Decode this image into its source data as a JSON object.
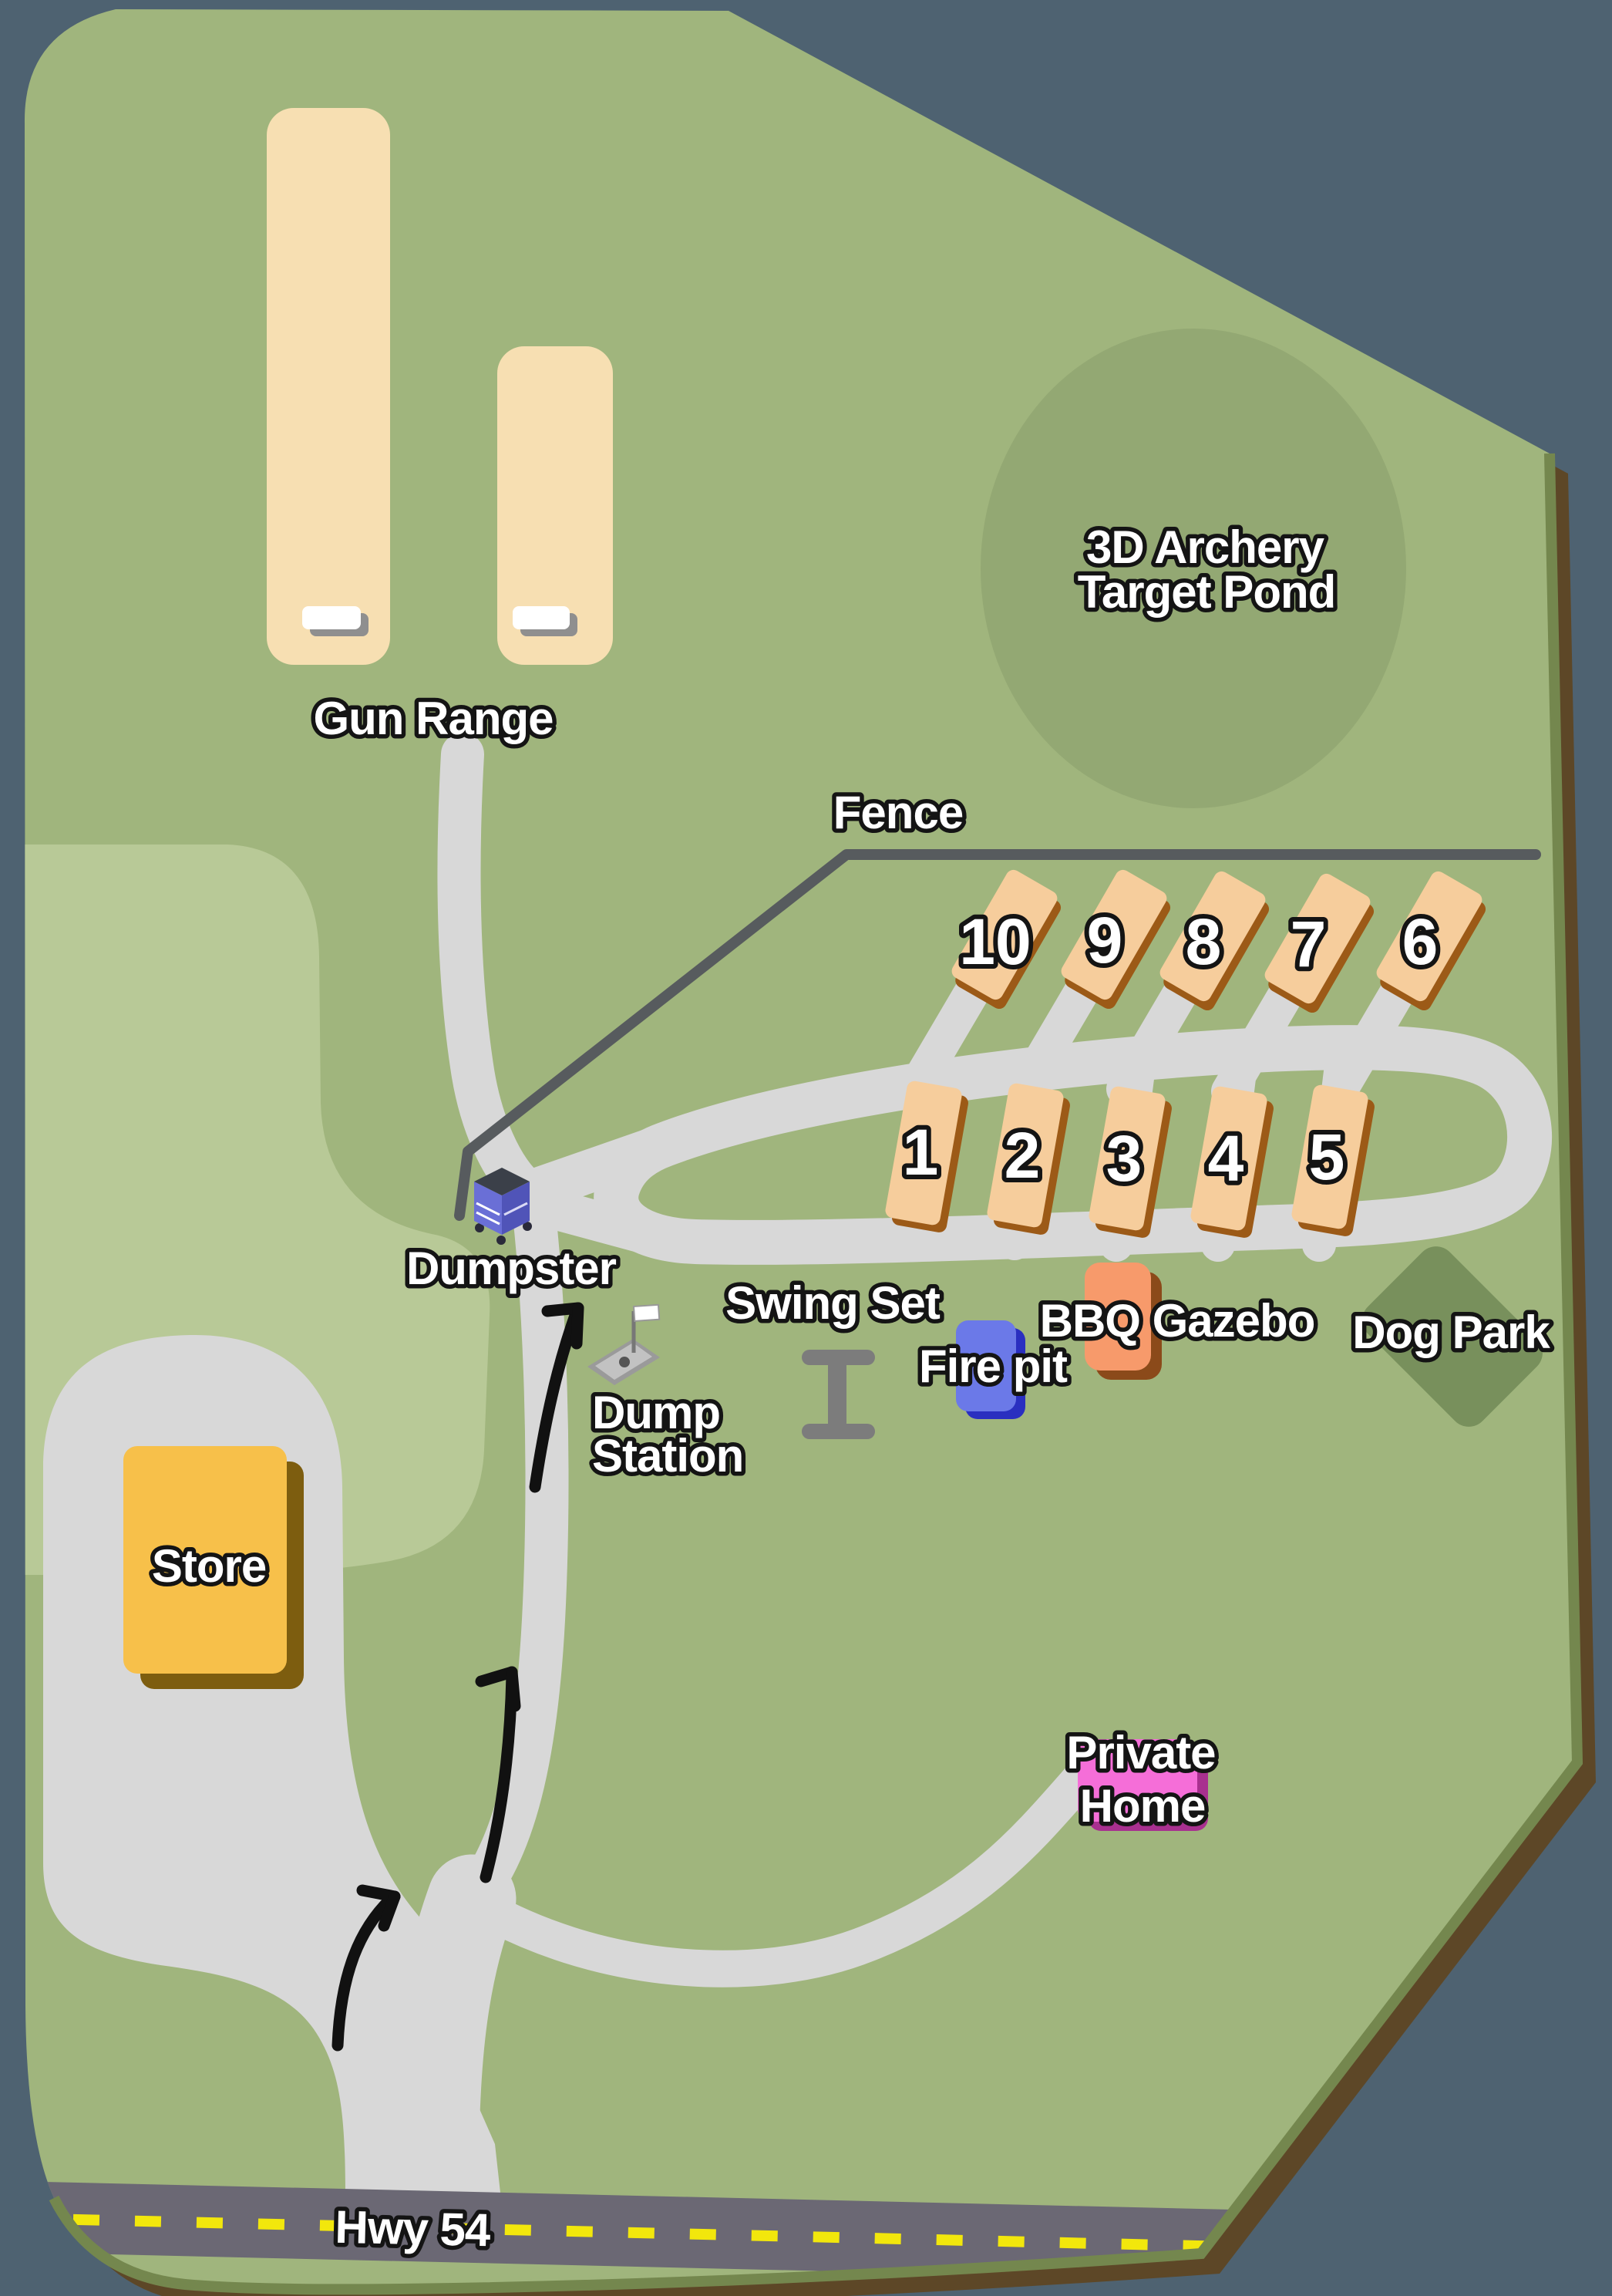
{
  "map": {
    "labels": {
      "gun_range": "Gun Range",
      "archery_line1": "3D Archery",
      "archery_line2": "Target Pond",
      "fence": "Fence",
      "dumpster": "Dumpster",
      "dump_line1": "Dump",
      "dump_line2": "Station",
      "swing_set": "Swing Set",
      "fire_pit": "Fire pit",
      "bbq_gazebo": "BBQ Gazebo",
      "dog_park": "Dog Park",
      "store": "Store",
      "home_line1": "Private",
      "home_line2": "Home",
      "hwy": "Hwy 54"
    },
    "campsites": [
      "1",
      "2",
      "3",
      "4",
      "5",
      "6",
      "7",
      "8",
      "9",
      "10"
    ]
  },
  "colors": {
    "page_bg": "#4E6271",
    "map_shadow": "#5D4727",
    "map_edge": "#74874E",
    "field": "#A0B57D",
    "patch": "#B8C997",
    "pond": "#93A873",
    "road": "#D8D8D8",
    "hwy": "#6B6874",
    "hwy_dash": "#F2E70C",
    "fence": "#575B5E",
    "site": "#F6CD9C",
    "site_shadow": "#9C5A17",
    "building": "#F7DFB2",
    "target_shadow": "#8F8F8F",
    "store": "#F7C04A",
    "store_shadow": "#7D5D0F",
    "fire": "#6B79E8",
    "fire_shadow": "#2A2FC0",
    "gazebo": "#F79A6B",
    "gazebo_shadow": "#8B4A1A",
    "dog_park": "#78905C",
    "home": "#F56ED8",
    "home_shadow": "#A8308F",
    "arrow": "#111111",
    "label_fill": "#FFFFFF",
    "label_stroke": "#141414",
    "dumpster_front": "#6A6FD6",
    "dumpster_side": "#5054B8",
    "dumpster_lid": "#3B4049",
    "platform": "#9A9A9A",
    "swing": "#7C7C7C"
  }
}
